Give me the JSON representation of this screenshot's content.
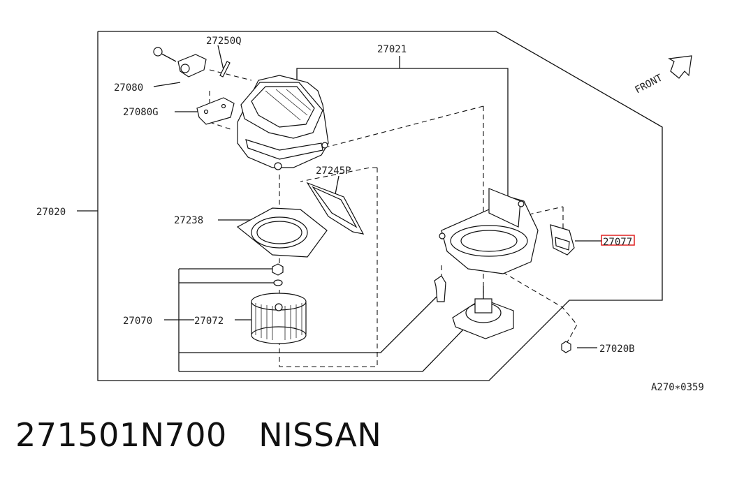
{
  "diagram": {
    "labels": {
      "l27250Q": "27250Q",
      "l27021": "27021",
      "l27080": "27080",
      "l27080G": "27080G",
      "l27245P": "27245P",
      "l27020": "27020",
      "l27238": "27238",
      "l27077": "27077",
      "l27070": "27070",
      "l27072": "27072",
      "l27020B": "27020B",
      "front": "FRONT",
      "ref": "A270∗0359"
    },
    "highlight_color": "#e02020"
  },
  "caption": {
    "part_number": "271501N700",
    "brand": "NISSAN"
  }
}
